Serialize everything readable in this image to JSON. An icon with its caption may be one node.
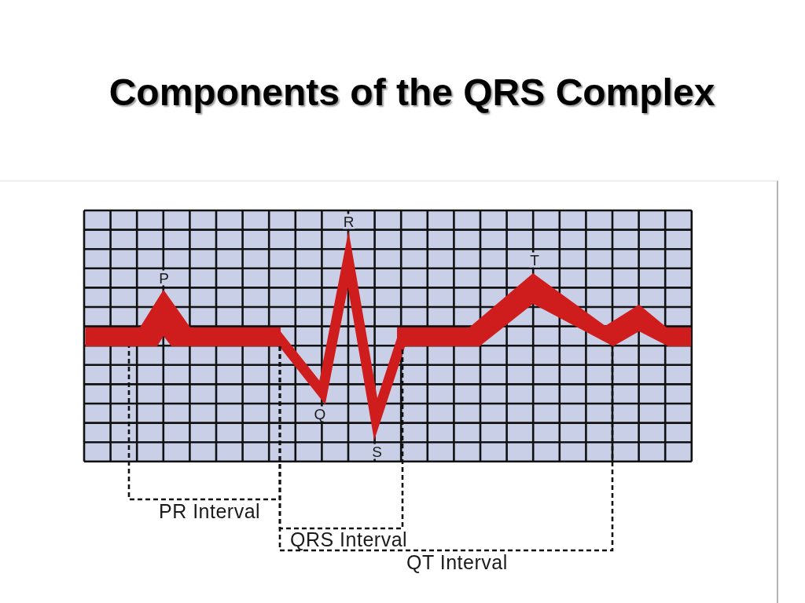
{
  "diagram": {
    "title": "Components of the QRS Complex",
    "labels": [
      "P",
      "Q",
      "R",
      "S",
      "T",
      "PR Interval",
      "QRS Interval",
      "QT Interval"
    ]
  }
}
